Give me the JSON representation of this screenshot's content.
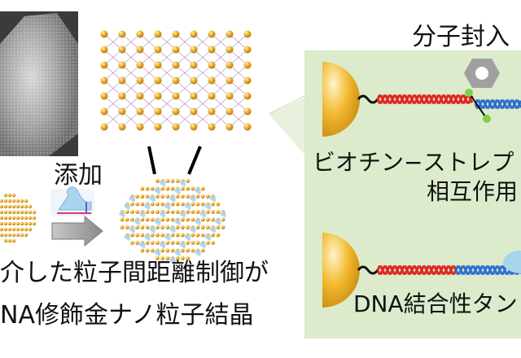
{
  "labels": {
    "add": "添加",
    "molecule_encapsulation": "分子封入",
    "biotin_line1": "ビオチン−ストレプ",
    "biotin_line2": "相互作用",
    "dna_binding": "DNA結合性タン",
    "caption_line1": "介した粒子間距離制御が",
    "caption_line2": "NA修飾金ナノ粒子結晶"
  },
  "colors": {
    "gold": "#e8a92a",
    "panel": "#dcebcc",
    "red_strand": "#e0261f",
    "blue_strand": "#2e6fd0",
    "protein": "#9fcbe6",
    "arrow": "#9a9a9a"
  }
}
